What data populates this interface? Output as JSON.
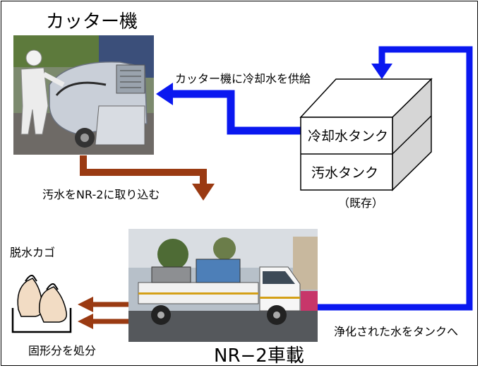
{
  "diagram": {
    "cutter_title": "カッター機",
    "coolant_supply_label": "カッター機に冷却水を供給",
    "coolant_tank_label": "冷却水タンク",
    "wastewater_tank_label": "汚水タンク",
    "existing_label": "（既存）",
    "wastewater_intake_label": "汚水をNR-2に取り込む",
    "dewater_basket_label": "脱水カゴ",
    "purified_return_label": "浄化された水をタンクへ",
    "solids_disposal_label": "固形分を処分",
    "truck_label": "NR−2車載"
  },
  "colors": {
    "blue_flow": "#0a18f0",
    "brown_flow": "#9a3a12",
    "tank_top": "#ffffff",
    "tank_side": "#d6d6d6"
  },
  "icons": {
    "cutter_photo": "cutter-machine-photo",
    "truck_photo": "nr2-truck-photo",
    "basket": "dewatering-basket-icon"
  }
}
